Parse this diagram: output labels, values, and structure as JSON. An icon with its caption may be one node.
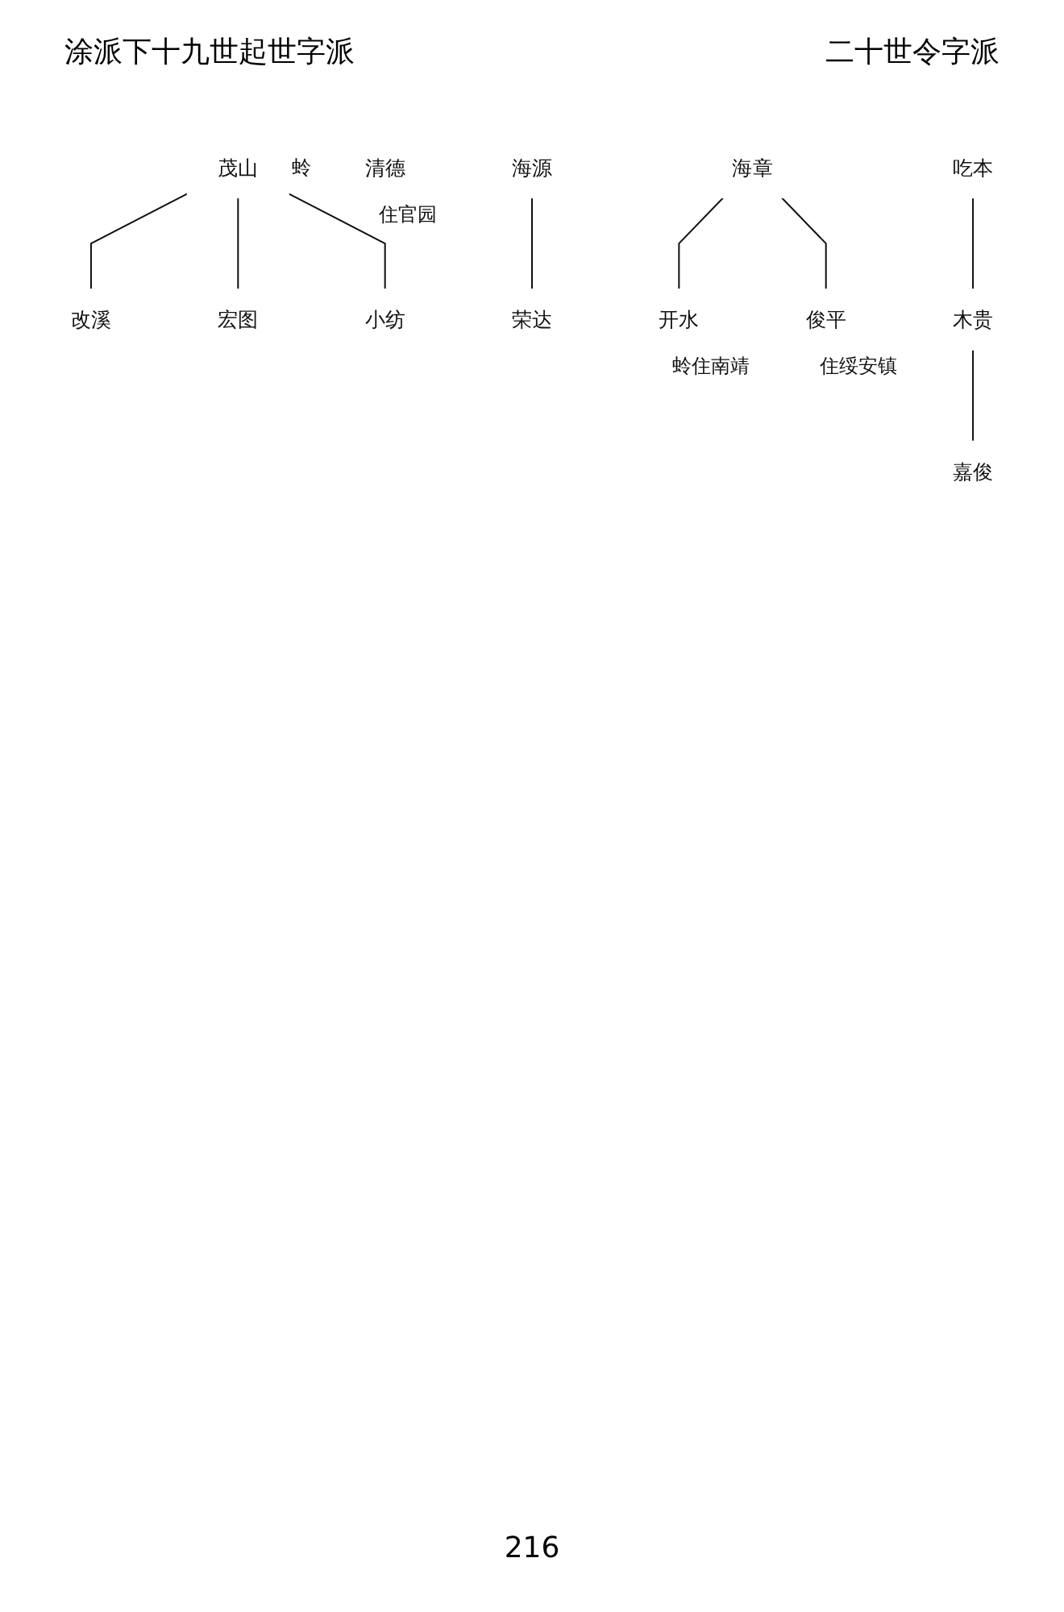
{
  "diagram": {
    "nodes": [
      {
        "text": [
          "茂山"
        ],
        "beside": [
          "蛉"
        ]
      },
      {
        "text": [
          "清德"
        ],
        "beside": [
          "住官园"
        ]
      },
      {
        "text": [
          "海源"
        ]
      },
      {
        "text": [
          "海章"
        ]
      },
      {
        "text": [
          "吃本"
        ]
      },
      {
        "text": [
          "改溪"
        ]
      },
      {
        "text": [
          "宏图"
        ]
      },
      {
        "text": [
          "小纺"
        ]
      },
      {
        "text": [
          "荣达"
        ]
      },
      {
        "text": [
          "开水"
        ],
        "beside": [
          "蛉住南靖"
        ]
      },
      {
        "text": [
          "俊平"
        ],
        "beside": [
          "住绥安镇"
        ]
      },
      {
        "text": [
          "木贵"
        ]
      },
      {
        "text": [
          "嘉俊"
        ]
      }
    ],
    "edges": [
      {
        "from": 0,
        "to": 5,
        "arrow": "none"
      },
      {
        "from": 0,
        "to": 6,
        "arrow": "none"
      },
      {
        "from": 0,
        "to": 7,
        "arrow": "none"
      },
      {
        "from": 2,
        "to": 8,
        "arrow": "none"
      },
      {
        "from": 3,
        "to": 9,
        "arrow": "none"
      },
      {
        "from": 3,
        "to": 10,
        "arrow": "none"
      },
      {
        "from": 4,
        "to": 11,
        "arrow": "none"
      },
      {
        "from": 11,
        "to": 12,
        "arrow": "none"
      }
    ],
    "labels": [
      "涂派下十九世起世字派",
      "二十世令字派",
      "216"
    ]
  }
}
